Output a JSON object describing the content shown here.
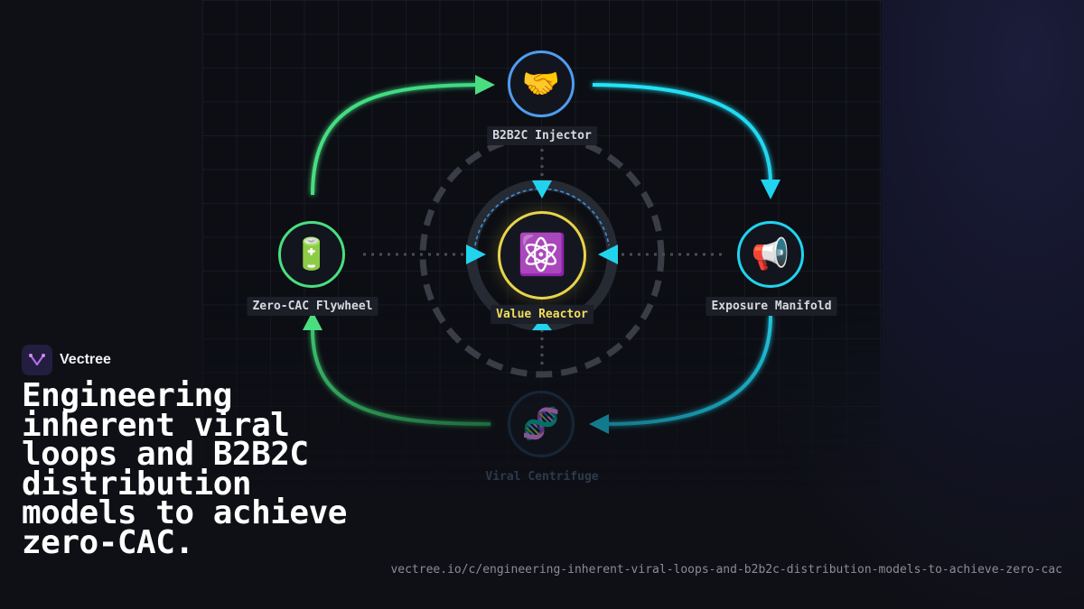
{
  "nodes": {
    "b2b2c": {
      "label": "B2B2C Injector",
      "icon": "handshake-icon",
      "emoji": "🤝",
      "color": "#4f9cf0"
    },
    "flywheel": {
      "label": "Zero-CAC Flywheel",
      "icon": "battery-icon",
      "emoji": "🔋",
      "color": "#4ade80"
    },
    "exposure": {
      "label": "Exposure Manifold",
      "icon": "megaphone-icon",
      "emoji": "📢",
      "color": "#22d3ee"
    },
    "viral": {
      "label": "Viral Centrifuge",
      "icon": "dna-icon",
      "emoji": "🧬",
      "color": "#1e3a56"
    },
    "reactor": {
      "label": "Value Reactor",
      "icon": "atom-icon",
      "emoji": "⚛️",
      "color": "#e8d44d"
    }
  },
  "brand": {
    "name": "Vectree",
    "logo": "vectree-logo-icon"
  },
  "headline": "Engineering inherent viral loops and B2B2C distribution models to achieve zero-CAC.",
  "url": "vectree.io/c/engineering-inherent-viral-loops-and-b2b2c-distribution-models-to-achieve-zero-cac",
  "colors": {
    "background": "#0f1016",
    "green": "#4ade80",
    "cyan": "#22d3ee",
    "blue": "#4f9cf0",
    "yellow": "#e8d44d"
  }
}
